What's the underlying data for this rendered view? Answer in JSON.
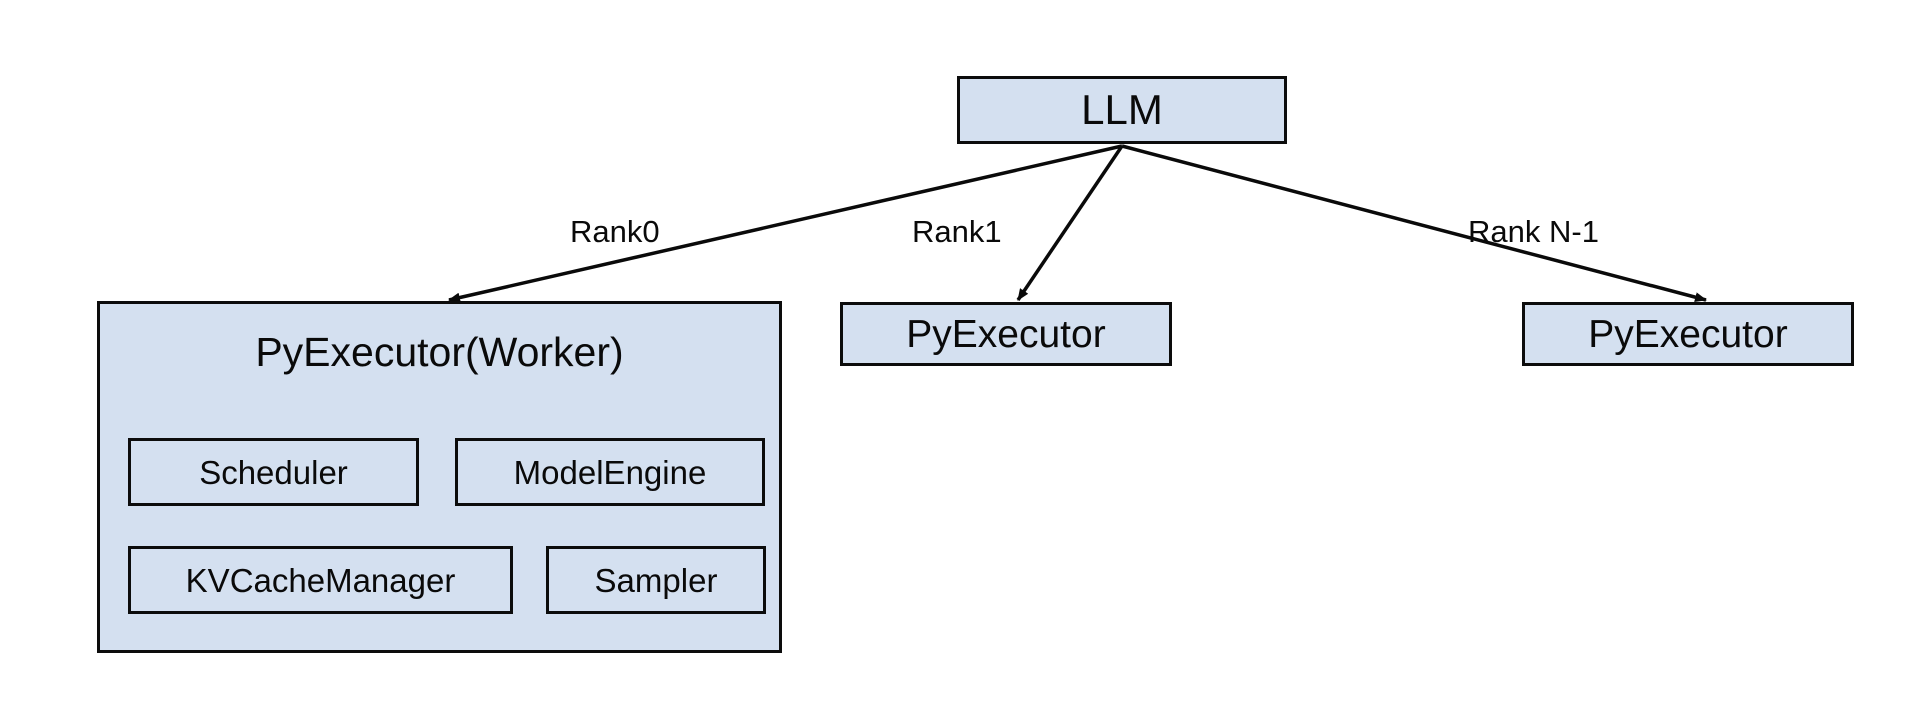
{
  "diagram": {
    "title": "LLM multi-rank PyExecutor architecture",
    "background_color": "#ffffff",
    "node_fill_color": "#d4e0f0",
    "node_border_color": "#0c0c0c",
    "text_color": "#0a0a0a",
    "nodes": {
      "llm": {
        "label": "LLM"
      },
      "worker": {
        "label": "PyExecutor(Worker)"
      },
      "scheduler": {
        "label": "Scheduler"
      },
      "model_engine": {
        "label": "ModelEngine"
      },
      "kv_cache_manager": {
        "label": "KVCacheManager"
      },
      "sampler": {
        "label": "Sampler"
      },
      "executor_rank1": {
        "label": "PyExecutor"
      },
      "executor_rankn": {
        "label": "PyExecutor"
      }
    },
    "edges": [
      {
        "from": "LLM",
        "to": "PyExecutor(Worker)",
        "label": "Rank0"
      },
      {
        "from": "LLM",
        "to": "PyExecutor",
        "label": "Rank1"
      },
      {
        "from": "LLM",
        "to": "PyExecutor",
        "label": "Rank N-1"
      }
    ],
    "edge_labels": {
      "rank0": "Rank0",
      "rank1": "Rank1",
      "rankn": "Rank N-1"
    }
  }
}
